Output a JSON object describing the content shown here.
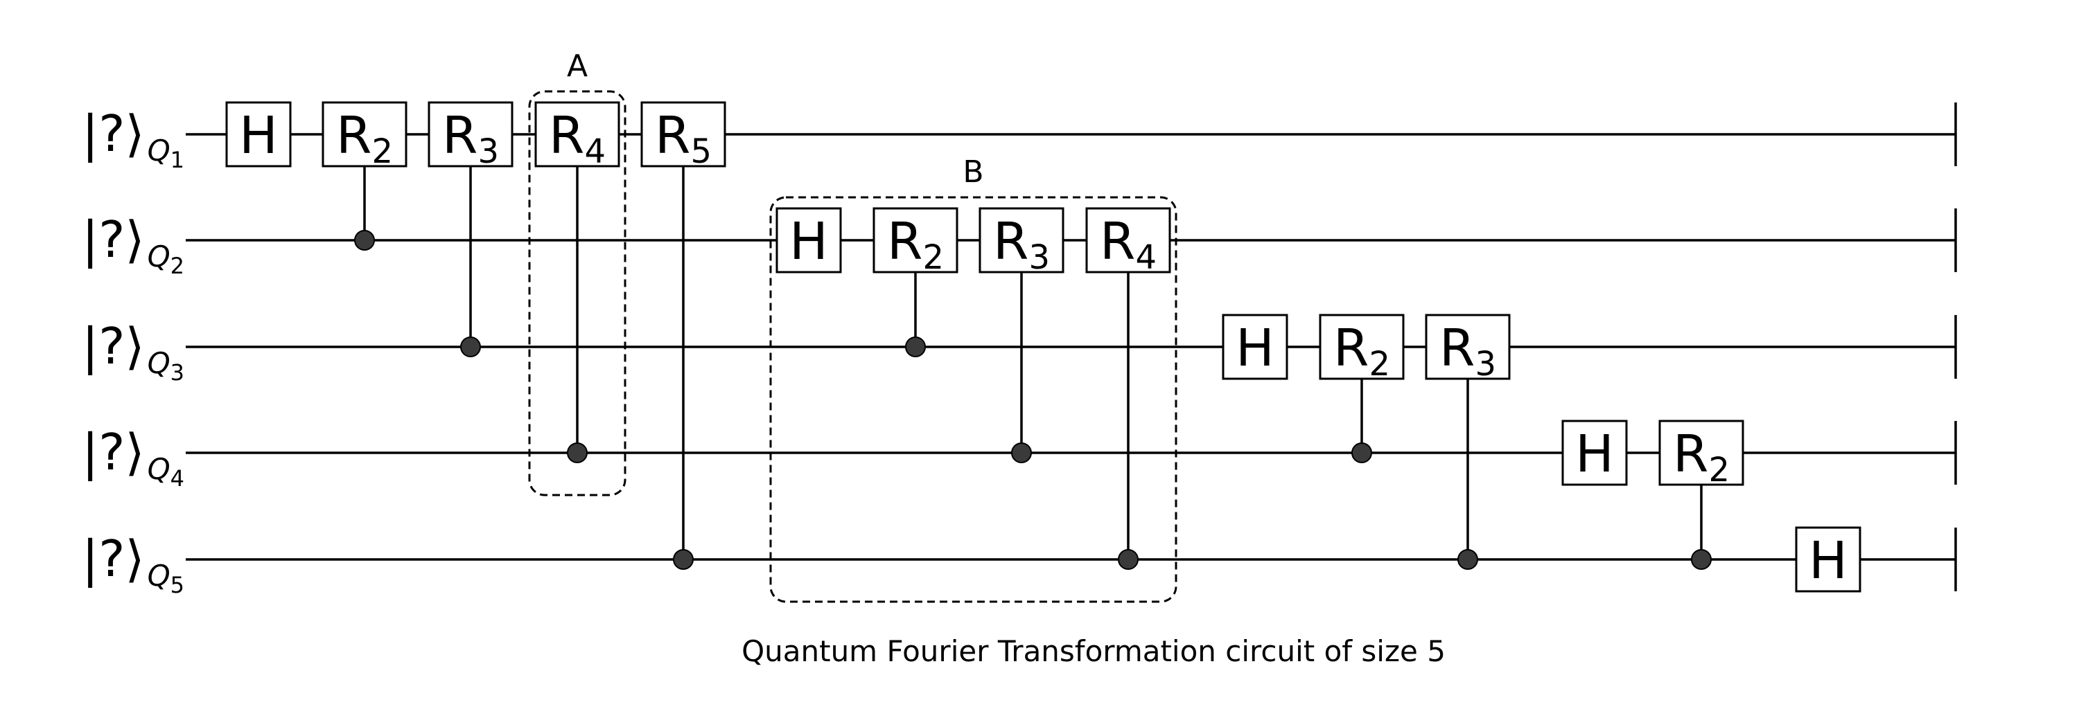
{
  "caption": "Quantum Fourier Transformation circuit of size 5",
  "qubits": [
    {
      "state": "|?⟩",
      "label": "Q",
      "index": "1"
    },
    {
      "state": "|?⟩",
      "label": "Q",
      "index": "2"
    },
    {
      "state": "|?⟩",
      "label": "Q",
      "index": "3"
    },
    {
      "state": "|?⟩",
      "label": "Q",
      "index": "4"
    },
    {
      "state": "|?⟩",
      "label": "Q",
      "index": "5"
    }
  ],
  "gates": [
    {
      "name": "H",
      "sub": "",
      "target": 1,
      "control": null
    },
    {
      "name": "R",
      "sub": "2",
      "target": 1,
      "control": 2
    },
    {
      "name": "R",
      "sub": "3",
      "target": 1,
      "control": 3
    },
    {
      "name": "R",
      "sub": "4",
      "target": 1,
      "control": 4
    },
    {
      "name": "R",
      "sub": "5",
      "target": 1,
      "control": 5
    },
    {
      "name": "H",
      "sub": "",
      "target": 2,
      "control": null
    },
    {
      "name": "R",
      "sub": "2",
      "target": 2,
      "control": 3
    },
    {
      "name": "R",
      "sub": "3",
      "target": 2,
      "control": 4
    },
    {
      "name": "R",
      "sub": "4",
      "target": 2,
      "control": 5
    },
    {
      "name": "H",
      "sub": "",
      "target": 3,
      "control": null
    },
    {
      "name": "R",
      "sub": "2",
      "target": 3,
      "control": 4
    },
    {
      "name": "R",
      "sub": "3",
      "target": 3,
      "control": 5
    },
    {
      "name": "H",
      "sub": "",
      "target": 4,
      "control": null
    },
    {
      "name": "R",
      "sub": "2",
      "target": 4,
      "control": 5
    },
    {
      "name": "H",
      "sub": "",
      "target": 5,
      "control": null
    }
  ],
  "groups": [
    {
      "label": "A",
      "gates": [
        3
      ]
    },
    {
      "label": "B",
      "gates": [
        5,
        6,
        7,
        8
      ]
    }
  ]
}
